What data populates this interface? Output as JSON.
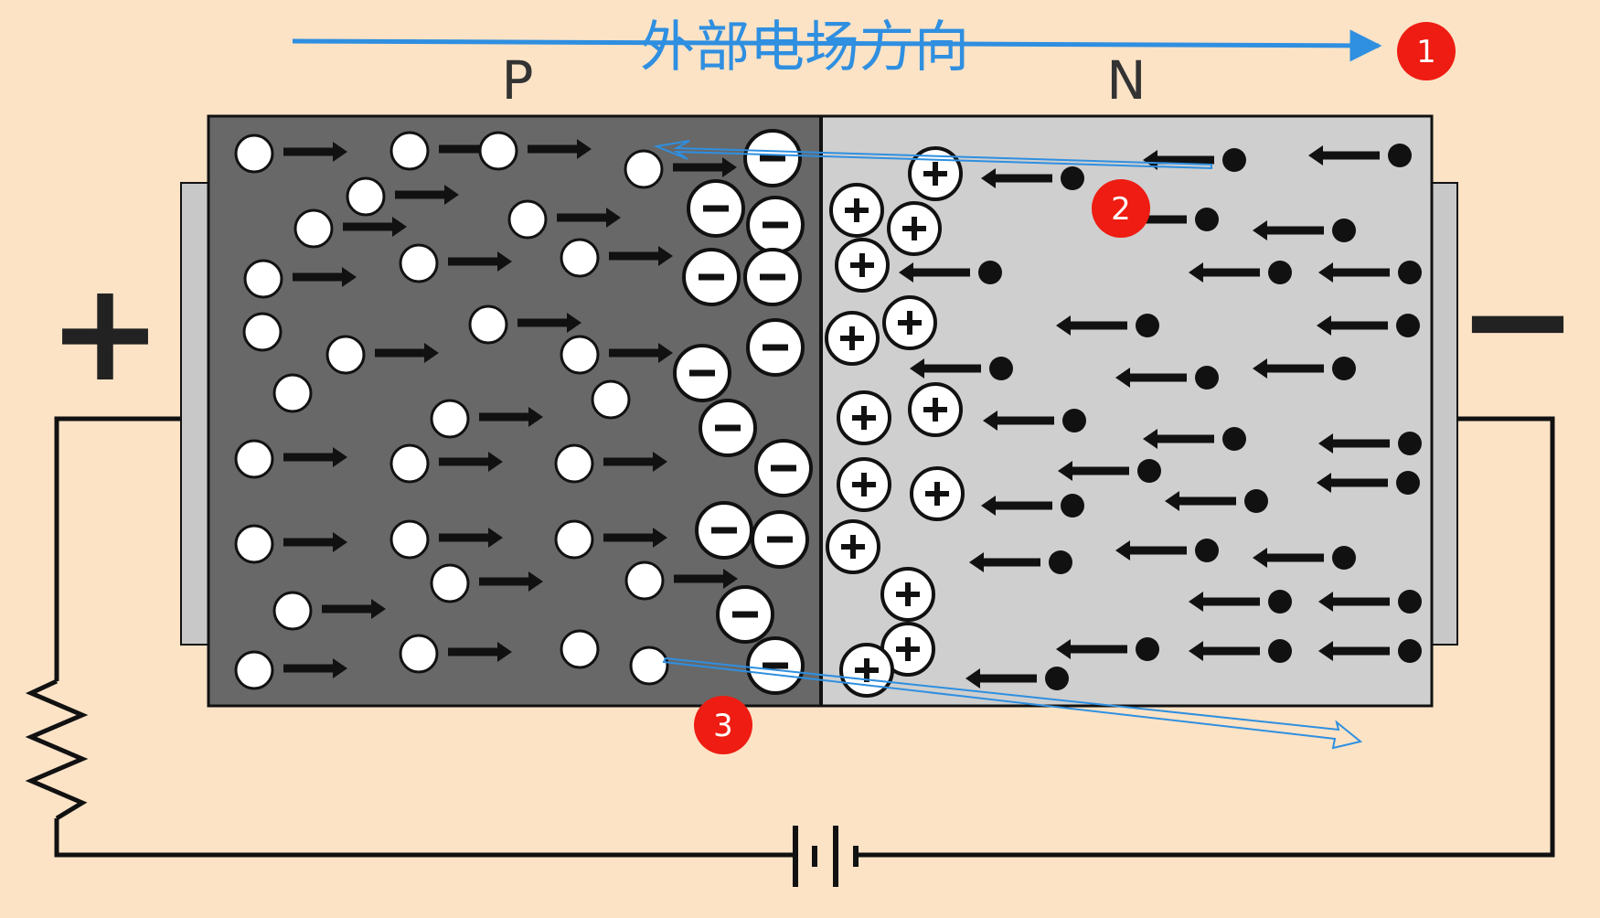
{
  "title": "外部电场方向",
  "regions": {
    "p_label": "P",
    "n_label": "N"
  },
  "terminals": {
    "positive": "+",
    "negative": "−"
  },
  "callouts": [
    "1",
    "2",
    "3"
  ],
  "charge_signs": {
    "positive": "+",
    "negative": "−"
  },
  "colors": {
    "background": "#fce3c6",
    "p_region": "#686868",
    "n_region": "#cfcfcf",
    "arrow_blue": "#2f8fe0",
    "callout_red": "#ee1c12",
    "wire": "#111111"
  },
  "icons": [
    "resistor-icon",
    "battery-icon",
    "plus-icon",
    "minus-icon",
    "arrow-right-icon",
    "arrow-left-icon"
  ]
}
